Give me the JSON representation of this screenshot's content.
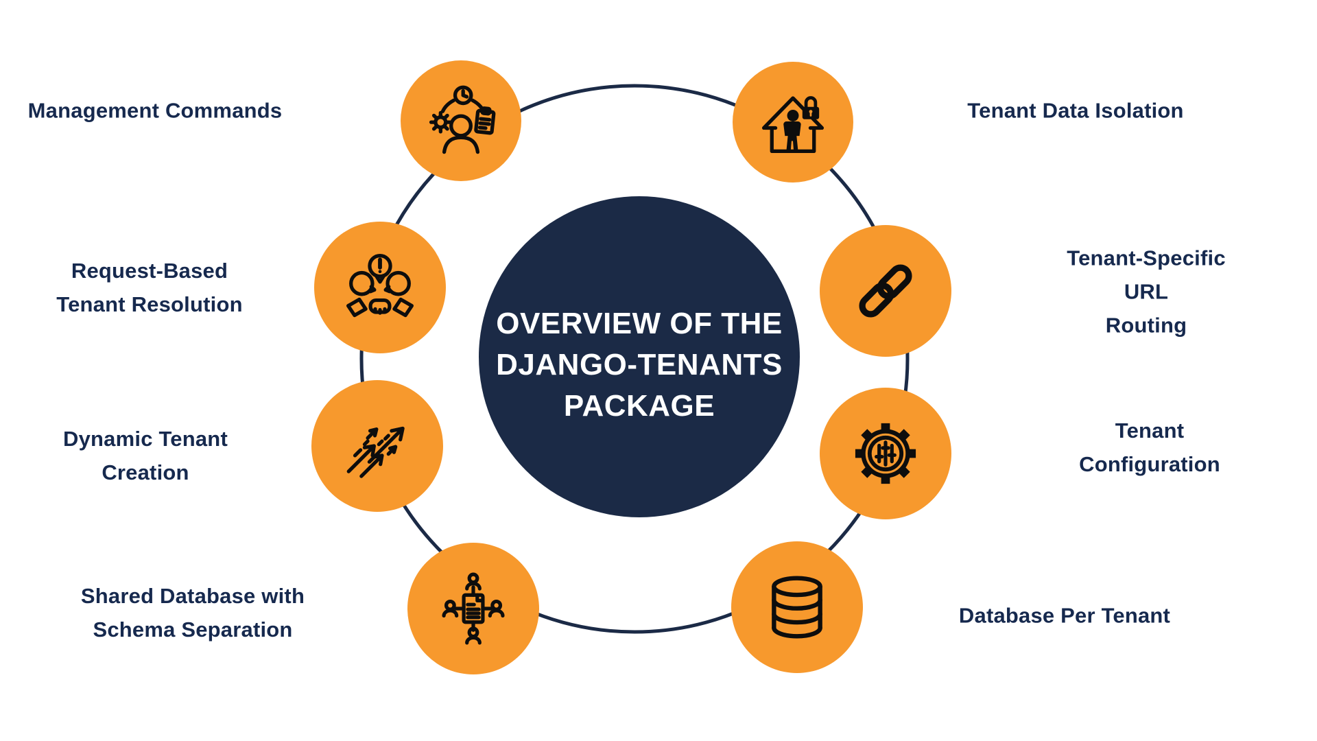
{
  "title": {
    "text": "OVERVIEW OF THE\nDJANGO-TENANTS\nPACKAGE"
  },
  "palette": {
    "node_orange": "#F7992D",
    "navy": "#1B2A46",
    "label_navy": "#16294E",
    "icon_black": "#0D0D0D",
    "title_white": "#FFFFFF",
    "background": "#FFFFFF"
  },
  "nodes": [
    {
      "label": "Management Commands",
      "icon": "clock-gear-clipboard-person-icon"
    },
    {
      "label": "Tenant Data Isolation",
      "icon": "house-person-lock-icon"
    },
    {
      "label": "Tenant-Specific URL\nRouting",
      "icon": "chain-link-icon"
    },
    {
      "label": "Tenant Configuration",
      "icon": "gear-sliders-icon"
    },
    {
      "label": "Database Per Tenant",
      "icon": "database-cylinder-icon"
    },
    {
      "label": "Shared Database with\nSchema Separation",
      "icon": "document-people-network-icon"
    },
    {
      "label": "Dynamic Tenant\nCreation",
      "icon": "ascending-arrows-icon"
    },
    {
      "label": "Request-Based\nTenant Resolution",
      "icon": "conversation-handshake-icon"
    }
  ]
}
